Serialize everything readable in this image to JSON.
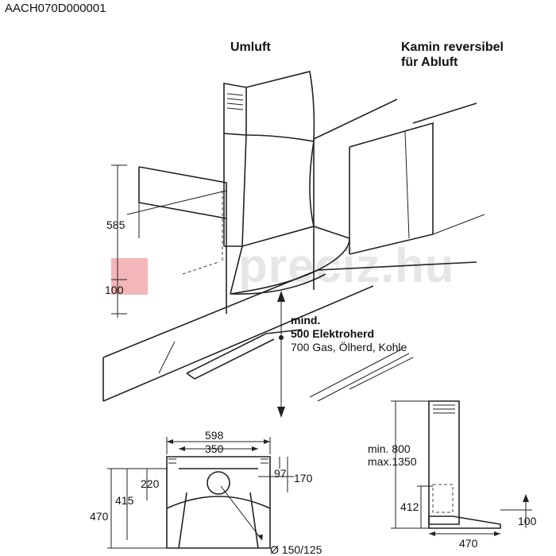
{
  "doc_code": "AACH070D000001",
  "headers": {
    "umluft": "Umluft",
    "kamin_line1": "Kamin reversibel",
    "kamin_line2": "für Abluft"
  },
  "watermark": "preciz.hu",
  "dims": {
    "height_585": "585",
    "height_100_left": "100",
    "width_598": "598",
    "width_350": "350",
    "width_97": "97",
    "width_170": "170",
    "height_220": "220",
    "height_415": "415",
    "height_470": "470",
    "diameter": "Ø 150/125",
    "min_800": "min. 800",
    "max_1350": "max.1350",
    "height_412": "412",
    "height_100_right": "100",
    "width_470": "470"
  },
  "clearance": {
    "line1": "mind.",
    "line2": "500 Elektroherd",
    "line3": "700 Gas, Ölherd, Kohle"
  },
  "colors": {
    "accent": "#e0262f",
    "ink": "#222222"
  }
}
